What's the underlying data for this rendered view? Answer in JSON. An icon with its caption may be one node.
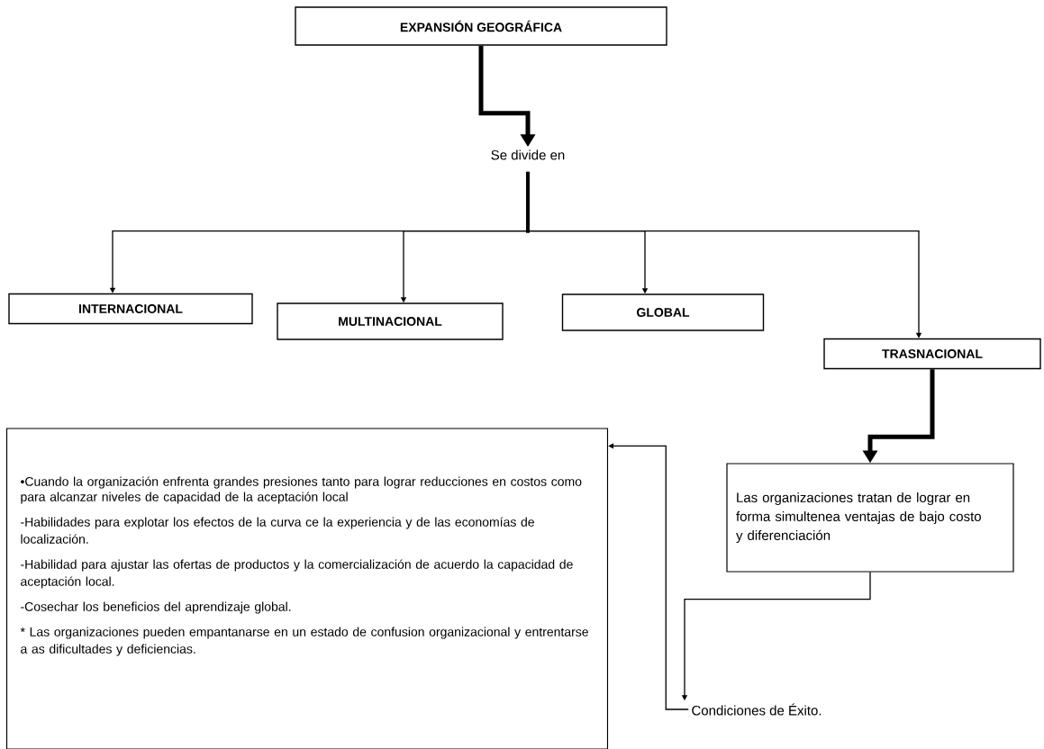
{
  "diagram": {
    "nodes": [
      {
        "text": [
          "EXPANSIÓN GEOGRÁFICA"
        ]
      },
      {
        "text": [
          "Se divide en"
        ]
      },
      {
        "text": [
          "INTERNACIONAL"
        ]
      },
      {
        "text": [
          "MULTINACIONAL"
        ]
      },
      {
        "text": [
          "GLOBAL"
        ]
      },
      {
        "text": [
          "TRASNACIONAL"
        ]
      },
      {
        "text": [
          "Las organizaciones tratan de lograr en forma simultenea ventajas de bajo costo y diferenciación"
        ]
      },
      {
        "text": [
          "Condiciones de Éxito."
        ]
      },
      {
        "text": [
          "•Cuando la organización enfrenta grandes presiones tanto para lograr reducciones en costos como para alcanzar niveles de capacidad de la aceptación local",
          "-Habilidades para explotar los efectos de la curva ce la experiencia y de las economías de localización.",
          "-Habilidad para ajustar las ofertas de productos y la comercialización de acuerdo la capacidad de aceptación local.",
          "-Cosechar los beneficios del aprendizaje global.",
          "* Las organizaciones pueden empantanarse en un estado de confusion organizacional y entrentarse a as dificultades y deficiencias."
        ]
      }
    ],
    "edges": [
      {
        "from": 0,
        "to": 1,
        "arrow": "to",
        "style": "thick"
      },
      {
        "from": 1,
        "to": 2,
        "arrow": "to"
      },
      {
        "from": 1,
        "to": 3,
        "arrow": "to"
      },
      {
        "from": 1,
        "to": 4,
        "arrow": "to"
      },
      {
        "from": 1,
        "to": 5,
        "arrow": "to"
      },
      {
        "from": 5,
        "to": 6,
        "arrow": "to",
        "style": "thick"
      },
      {
        "from": 6,
        "to": 7,
        "arrow": "to"
      },
      {
        "from": 7,
        "to": 8,
        "arrow": "to"
      }
    ]
  }
}
